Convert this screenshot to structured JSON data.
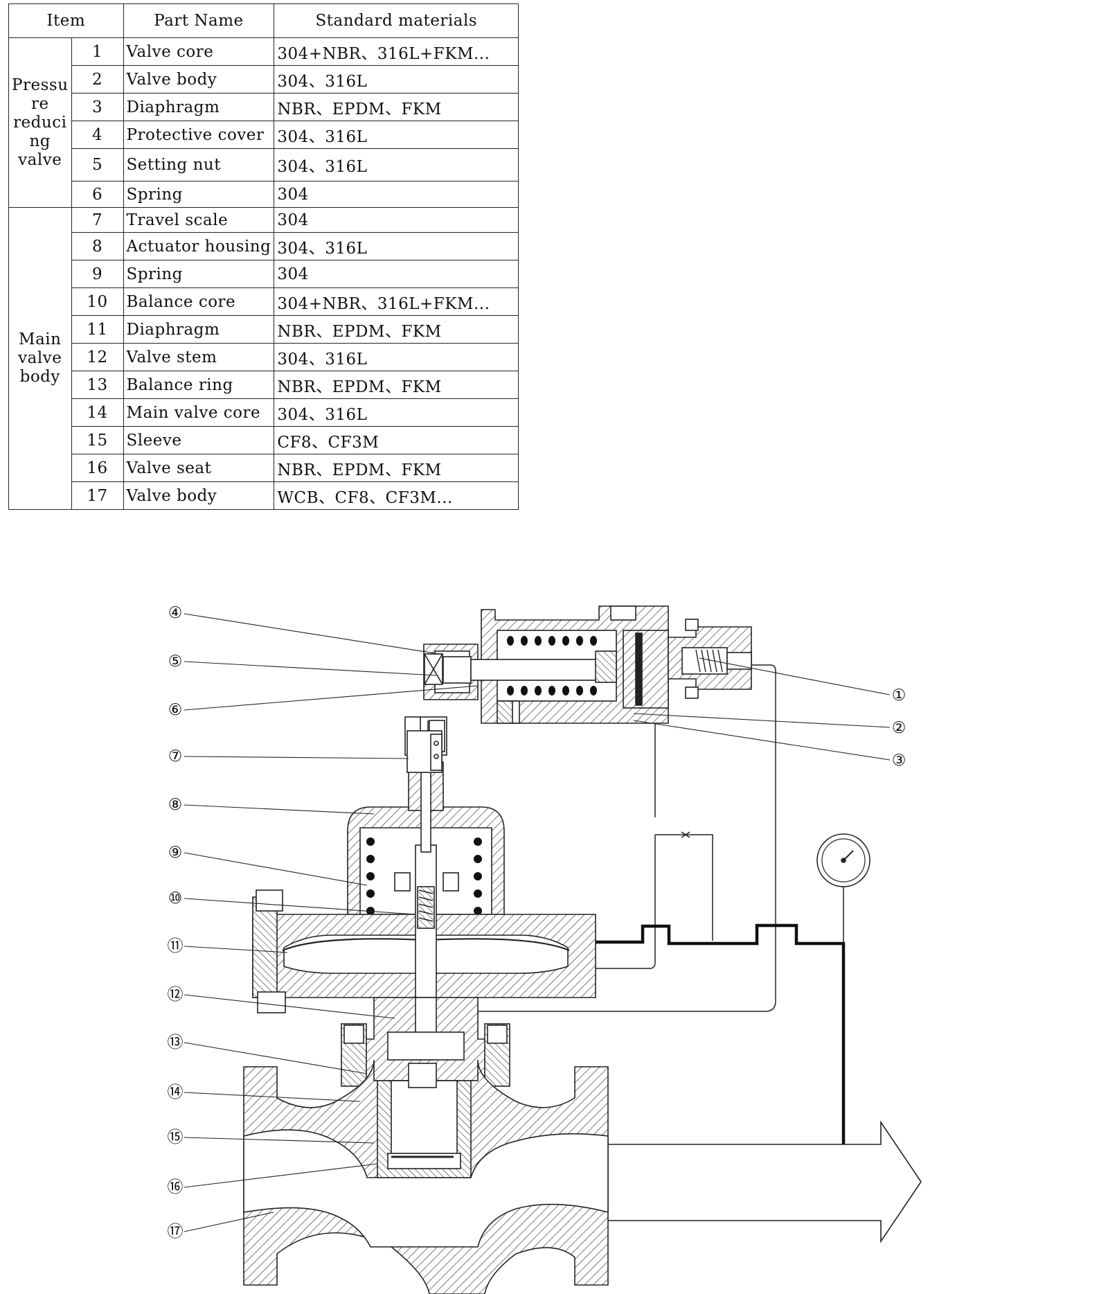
{
  "table": {
    "headers": {
      "item": "Item",
      "part_name": "Part Name",
      "materials": "Standard materials"
    },
    "groups": [
      {
        "label": "Pressu re reduci ng valve",
        "rows": [
          {
            "num": "1",
            "name": "Valve core",
            "material": "304+NBR、316L+FKM..."
          },
          {
            "num": "2",
            "name": "Valve body",
            "material": "304、316L"
          },
          {
            "num": "3",
            "name": "Diaphragm",
            "material": "NBR、EPDM、FKM"
          },
          {
            "num": "4",
            "name": "Protective cover",
            "material": "304、316L"
          },
          {
            "num": "5",
            "name": "Setting nut",
            "material": "304、316L"
          },
          {
            "num": "6",
            "name": "Spring",
            "material": "304"
          }
        ]
      },
      {
        "label": "Main valve body",
        "rows": [
          {
            "num": "7",
            "name": "Travel scale",
            "material": "304"
          },
          {
            "num": "8",
            "name": "Actuator housing",
            "material": "304、316L"
          },
          {
            "num": "9",
            "name": "Spring",
            "material": "304"
          },
          {
            "num": "10",
            "name": "Balance core",
            "material": "304+NBR、316L+FKM..."
          },
          {
            "num": "11",
            "name": "Diaphragm",
            "material": "NBR、EPDM、FKM"
          },
          {
            "num": "12",
            "name": "Valve stem",
            "material": "304、316L"
          },
          {
            "num": "13",
            "name": "Balance ring",
            "material": "NBR、EPDM、FKM"
          },
          {
            "num": "14",
            "name": "Main valve core",
            "material": "304、316L"
          },
          {
            "num": "15",
            "name": "Sleeve",
            "material": "CF8、CF3M"
          },
          {
            "num": "16",
            "name": "Valve seat",
            "material": "NBR、EPDM、FKM"
          },
          {
            "num": "17",
            "name": "Valve body",
            "material": "WCB、CF8、CF3M..."
          }
        ]
      }
    ]
  },
  "callouts": {
    "c1": "①",
    "c2": "②",
    "c3": "③",
    "c4": "④",
    "c5": "⑤",
    "c6": "⑥",
    "c7": "⑦",
    "c8": "⑧",
    "c9": "⑨",
    "c10": "⑩",
    "c11": "⑪",
    "c12": "⑫",
    "c13": "⑬",
    "c14": "⑭",
    "c15": "⑮",
    "c16": "⑯",
    "c17": "⑰"
  },
  "colors": {
    "line": "#222222",
    "hatch": "#333333",
    "background": "#ffffff"
  }
}
